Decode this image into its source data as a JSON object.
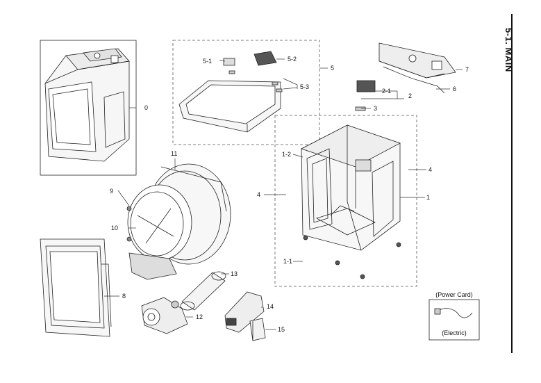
{
  "section_title": "5-1. MAIN",
  "power_card": {
    "title": "(Power Card)",
    "subtitle": "(Electric)"
  },
  "labels": {
    "l0": "0",
    "l1": "1",
    "l1_1": "1-1",
    "l1_2": "1-2",
    "l2": "2",
    "l2_1": "2-1",
    "l3": "3",
    "l4a": "4",
    "l4b": "4",
    "l5": "5",
    "l5_1": "5-1",
    "l5_2": "5-2",
    "l5_3": "5-3",
    "l6": "6",
    "l7": "7",
    "l8": "8",
    "l9": "9",
    "l10": "10",
    "l11": "11",
    "l12": "12",
    "l13": "13",
    "l14": "14",
    "l15": "15"
  },
  "colors": {
    "line": "#222222",
    "dash": "#555555",
    "part_fill": "#f4f4f4",
    "part_dark": "#9a9a9a"
  }
}
